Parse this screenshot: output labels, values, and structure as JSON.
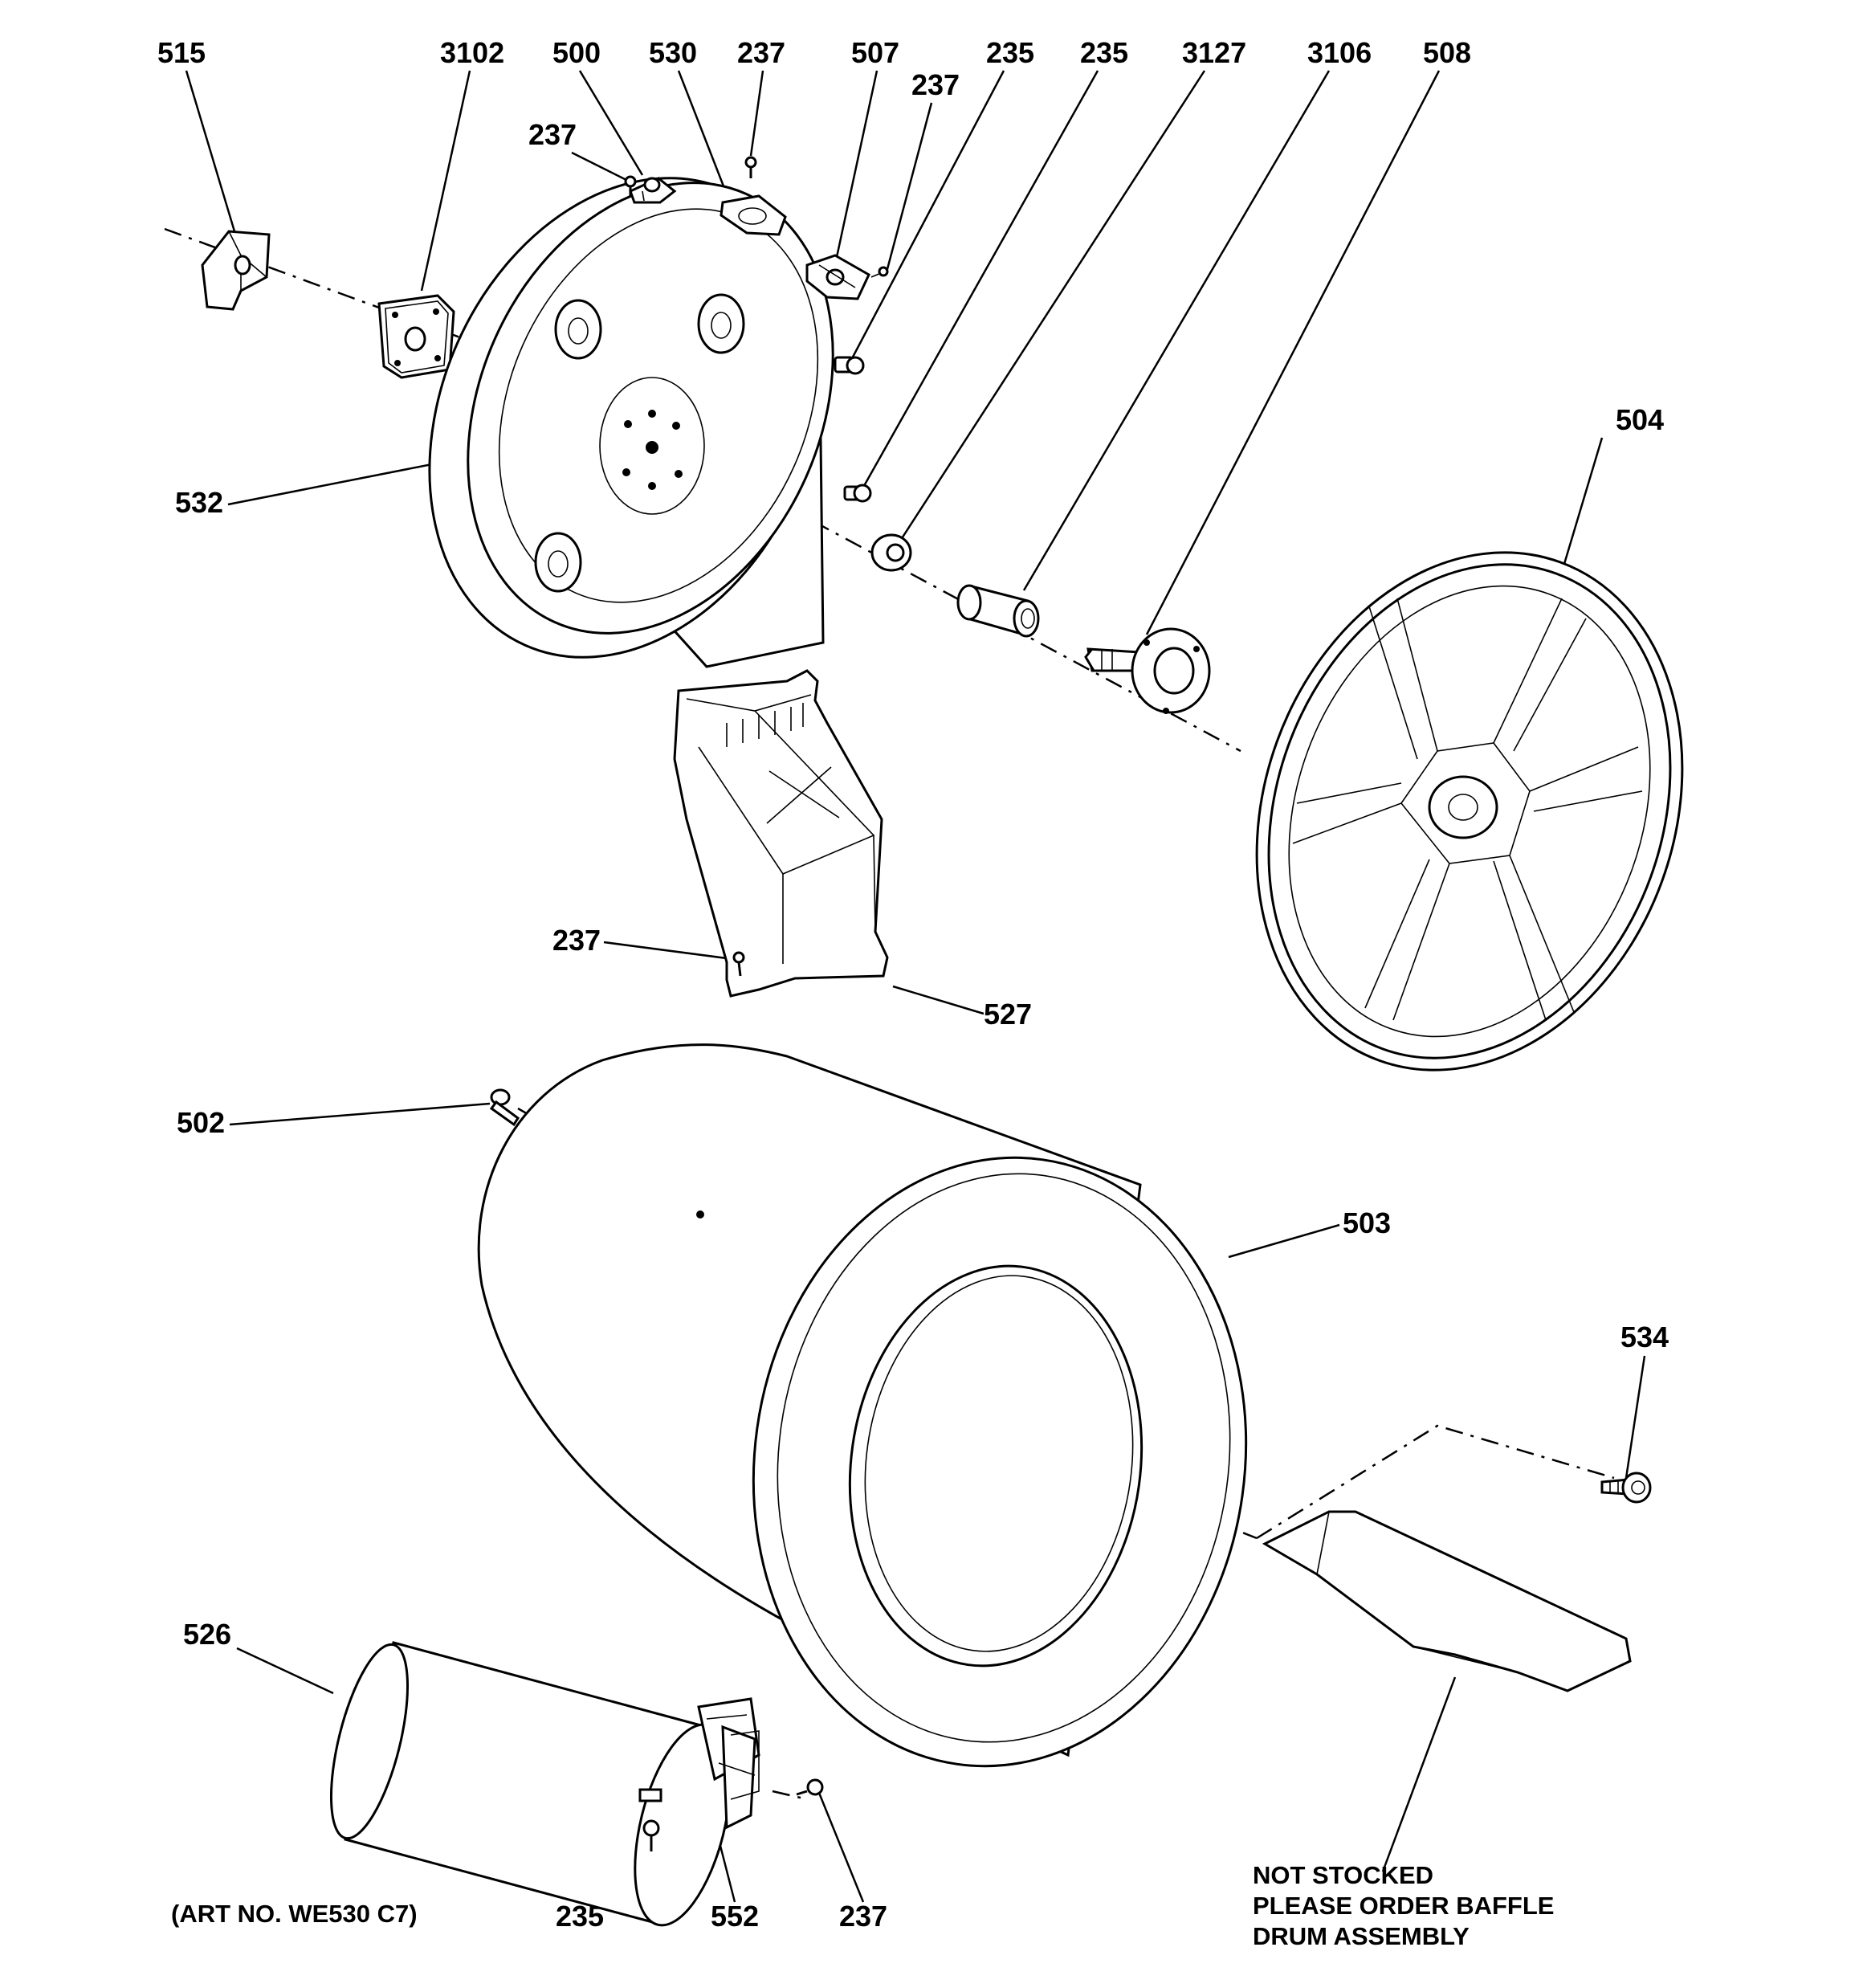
{
  "labels": [
    {
      "id": "515",
      "text": "515"
    },
    {
      "id": "3102",
      "text": "3102"
    },
    {
      "id": "500",
      "text": "500"
    },
    {
      "id": "530",
      "text": "530"
    },
    {
      "id": "237-top",
      "text": "237"
    },
    {
      "id": "507",
      "text": "507"
    },
    {
      "id": "235-a",
      "text": "235"
    },
    {
      "id": "235-b",
      "text": "235"
    },
    {
      "id": "3127",
      "text": "3127"
    },
    {
      "id": "3106",
      "text": "3106"
    },
    {
      "id": "508",
      "text": "508"
    },
    {
      "id": "237-mid",
      "text": "237"
    },
    {
      "id": "237-left",
      "text": "237"
    },
    {
      "id": "504",
      "text": "504"
    },
    {
      "id": "532",
      "text": "532"
    },
    {
      "id": "237-duct",
      "text": "237"
    },
    {
      "id": "527",
      "text": "527"
    },
    {
      "id": "502",
      "text": "502"
    },
    {
      "id": "503",
      "text": "503"
    },
    {
      "id": "534",
      "text": "534"
    },
    {
      "id": "526",
      "text": "526"
    },
    {
      "id": "235-bottom",
      "text": "235"
    },
    {
      "id": "552",
      "text": "552"
    },
    {
      "id": "237-bottom",
      "text": "237"
    }
  ],
  "note": {
    "line1": "NOT STOCKED",
    "line2": "PLEASE ORDER BAFFLE",
    "line3": "DRUM ASSEMBLY"
  },
  "art_number": "(ART NO. WE530 C7)"
}
